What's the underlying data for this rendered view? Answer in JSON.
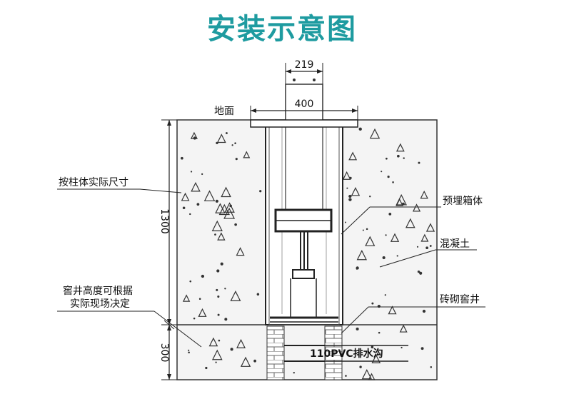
{
  "title": "安装示意图",
  "dimensions": {
    "top_width": "219",
    "plate_width": "400",
    "depth_main": "1300",
    "depth_bottom": "300"
  },
  "labels": {
    "ground": "地面",
    "post_size": "按柱体实际尺寸",
    "embedded_box": "预埋箱体",
    "concrete": "混凝土",
    "brick_well": "砖砌窖井",
    "well_height_line1": "窖井高度可根据",
    "well_height_line2": "实际现场决定",
    "drain_pipe": "110PVC排水沟"
  }
}
